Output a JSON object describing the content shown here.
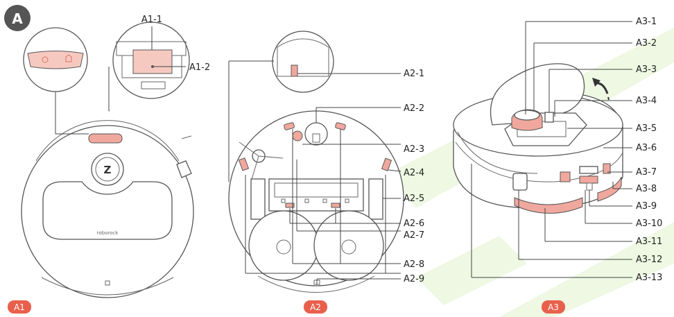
{
  "section_badge": "A",
  "colors": {
    "accent": "#f0a89e",
    "tag_bg": "#e8604c",
    "line": "#444444",
    "watermark": "#e5f3d0"
  },
  "panel_tags": [
    "A1",
    "A2",
    "A3"
  ],
  "labels_a1": [
    "A1-1",
    "A1-2"
  ],
  "labels_a2": [
    "A2-1",
    "A2-2",
    "A2-3",
    "A2-4",
    "A2-5",
    "A2-6",
    "A2-7",
    "A2-8",
    "A2-9"
  ],
  "labels_a3": [
    "A3-1",
    "A3-2",
    "A3-3",
    "A3-4",
    "A3-5",
    "A3-6",
    "A3-7",
    "A3-8",
    "A3-9",
    "A3-10",
    "A3-11",
    "A3-12",
    "A3-13"
  ],
  "brand_text": "roborock",
  "icons": [
    "power-icon",
    "home-icon",
    "logo-z-icon",
    "arrow-icon"
  ]
}
